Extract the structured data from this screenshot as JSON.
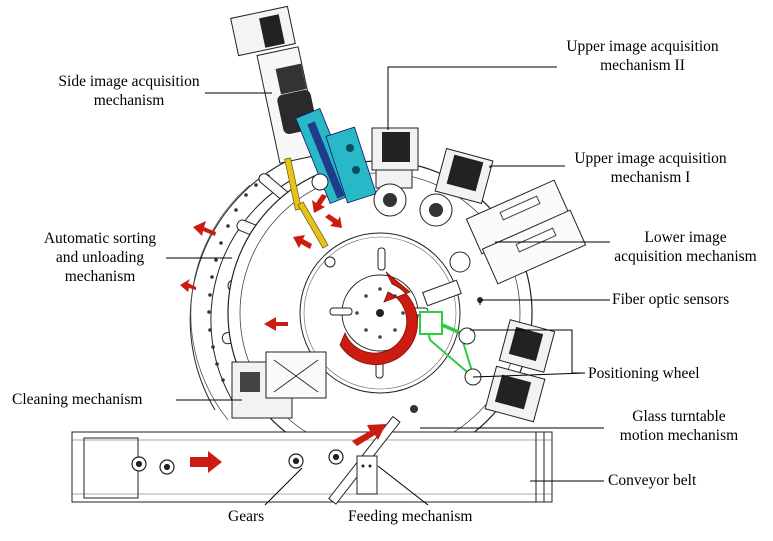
{
  "labels": {
    "side_image": [
      "Side image acquisition",
      "mechanism"
    ],
    "upper_image_2": [
      "Upper image acquisition",
      "mechanism II"
    ],
    "upper_image_1": [
      "Upper image acquisition",
      "mechanism I"
    ],
    "auto_sorting": [
      "Automatic sorting",
      "and unloading",
      "mechanism"
    ],
    "lower_image": [
      "Lower image",
      "acquisition mechanism"
    ],
    "fiber_optic": "Fiber optic sensors",
    "positioning_wheel": "Positioning wheel",
    "cleaning": "Cleaning mechanism",
    "glass_turntable": [
      "Glass turntable",
      "motion mechanism"
    ],
    "conveyor": "Conveyor belt",
    "gears": "Gears",
    "feeding": "Feeding mechanism"
  },
  "colors": {
    "arrow_red": "#cc1b10",
    "camera_cyan": "#29b8c8",
    "sorter_yellow": "#e6c21a",
    "sensor_green": "#2ecc40",
    "line": "#000000",
    "mechanism_gray": "#f4f4f4"
  }
}
